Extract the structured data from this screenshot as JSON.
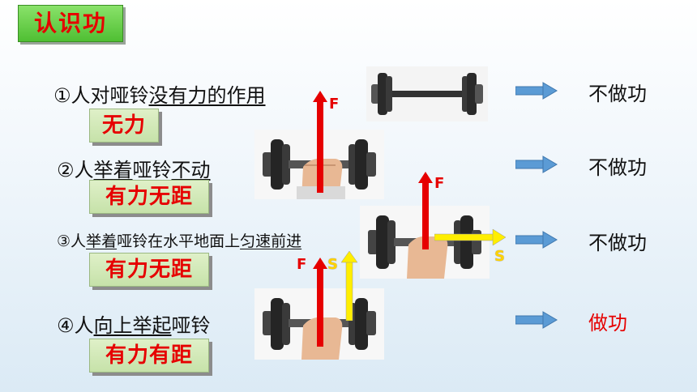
{
  "title": "认识功",
  "rows": [
    {
      "circled": "①",
      "pre": "人对哑铃",
      "u": "没有力的作用",
      "post": "",
      "tag": "无力",
      "result": "不做功"
    },
    {
      "circled": "②",
      "pre": "人",
      "u": "举着",
      "mid": "哑铃",
      "u2": "不动",
      "tag": "有力无距",
      "result": "不做功"
    },
    {
      "circled": "③",
      "pre": "人",
      "u": "举着",
      "mid": "哑铃在水平地面上",
      "u2": "匀速前进",
      "tag": "有力无距",
      "result": "不做功"
    },
    {
      "circled": "④",
      "pre": "人",
      "u": "向上举起",
      "mid": "哑铃",
      "tag": "有力有距",
      "result": "做功"
    }
  ],
  "labels": {
    "force": "F",
    "distance": "S"
  },
  "colors": {
    "accent_red": "#e60000",
    "arrow_blue": "#5b9bd5",
    "force_arrow": "#e60000",
    "distance_arrow": "#ffee00"
  },
  "icons": [
    "dumbbell-photo",
    "hand-holding-dumbbell-photo",
    "right-arrow-icon"
  ]
}
